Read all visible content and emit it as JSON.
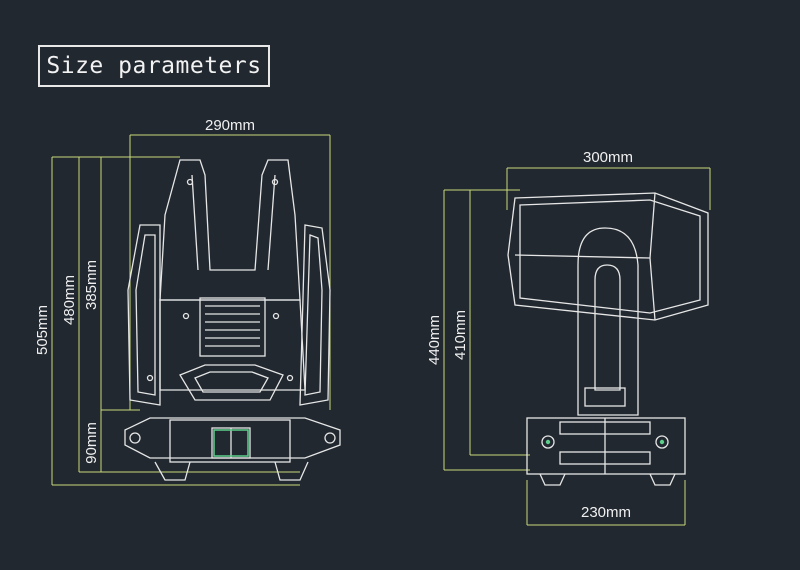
{
  "title": "Size parameters",
  "front_view": {
    "width_label": "290mm",
    "height_total_label": "505mm",
    "height_head_label": "480mm",
    "height_yoke_label": "385mm",
    "base_height_label": "90mm"
  },
  "side_view": {
    "width_label": "300mm",
    "height_total_label": "440mm",
    "height_arm_label": "410mm",
    "base_width_label": "230mm"
  },
  "colors": {
    "background": "#212830",
    "outline": "#e6e6e6",
    "dimension_line": "#c9d97a",
    "accent": "#5ccf8a"
  }
}
